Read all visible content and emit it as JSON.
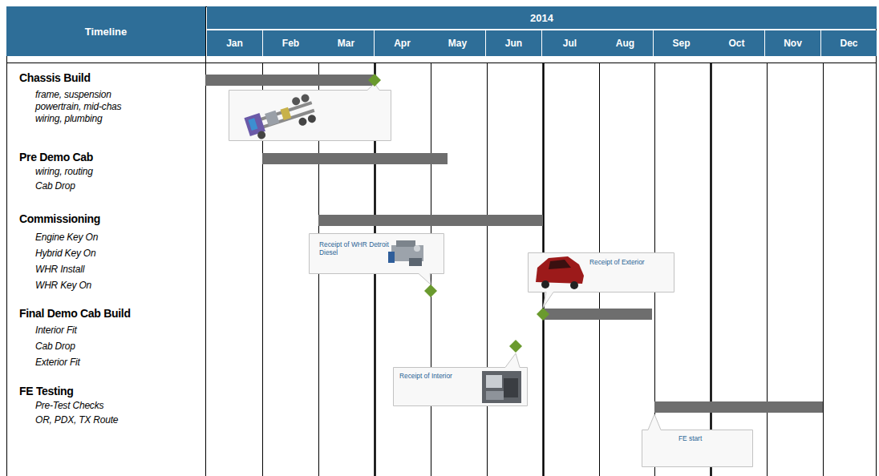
{
  "diagram": {
    "nodes": [
      {
        "text": [
          "Timeline"
        ]
      },
      {
        "text": [
          "2014"
        ]
      },
      {
        "text": [
          "Jan"
        ]
      },
      {
        "text": [
          "Feb"
        ]
      },
      {
        "text": [
          "Mar"
        ]
      },
      {
        "text": [
          "Apr"
        ]
      },
      {
        "text": [
          "May"
        ]
      },
      {
        "text": [
          "Jun"
        ]
      },
      {
        "text": [
          "Jul"
        ]
      },
      {
        "text": [
          "Aug"
        ]
      },
      {
        "text": [
          "Sep"
        ]
      },
      {
        "text": [
          "Oct"
        ]
      },
      {
        "text": [
          "Nov"
        ]
      },
      {
        "text": [
          "Dec"
        ]
      },
      {
        "text": [
          "Receipt of WHR Detroit Diesel"
        ]
      },
      {
        "text": [
          "Receipt of Exterior"
        ]
      },
      {
        "text": [
          "Receipt of Interior"
        ]
      },
      {
        "text": [
          "FE start"
        ]
      }
    ],
    "labels": [
      "Chassis Build",
      "frame, suspension",
      "powertrain, mid-chas",
      "wiring, plumbing",
      "Pre Demo Cab",
      "wiring, routing",
      "Cab Drop",
      "Commissioning",
      "Engine Key On",
      "Hybrid Key On",
      "WHR Install",
      "WHR Key On",
      "Final Demo Cab Build",
      "Interior Fit",
      "Cab Drop",
      "Exterior Fit",
      "FE Testing",
      "Pre-Test Checks",
      "OR, PDX, TX Route"
    ]
  }
}
